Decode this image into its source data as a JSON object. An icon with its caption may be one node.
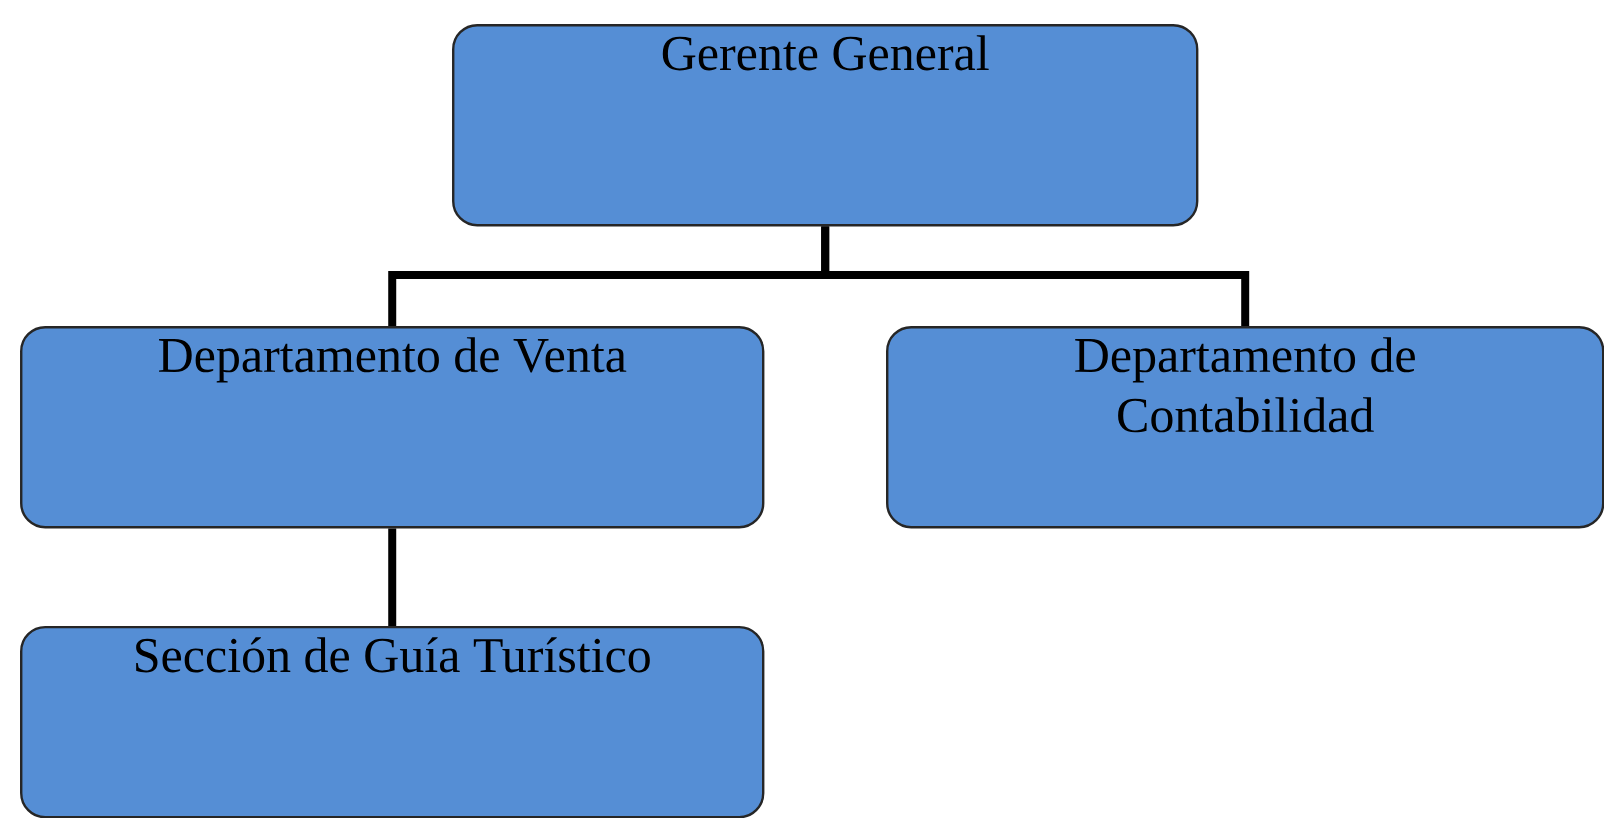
{
  "diagram": {
    "nodes": [
      {
        "text": [
          "Gerente General"
        ]
      },
      {
        "text": [
          "Departamento de Venta"
        ]
      },
      {
        "text": [
          "Departamento de Contabilidad"
        ]
      },
      {
        "text": [
          "Sección de Guía Turístico"
        ]
      }
    ],
    "edges": [
      {
        "from": 0,
        "to": 1,
        "arrow": "none"
      },
      {
        "from": 0,
        "to": 2,
        "arrow": "none"
      },
      {
        "from": 1,
        "to": 3,
        "arrow": "none"
      }
    ]
  }
}
